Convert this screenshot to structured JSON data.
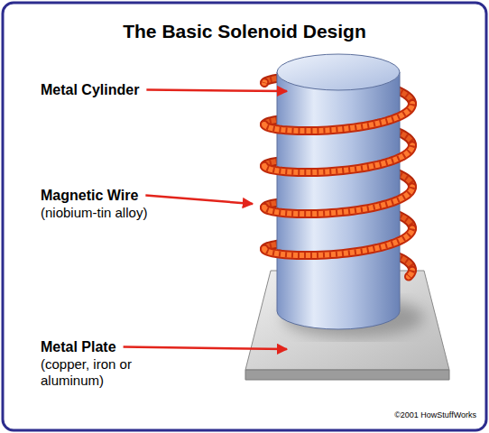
{
  "diagram": {
    "title": "The Basic Solenoid Design",
    "labels": [
      "Metal Cylinder",
      "Magnetic Wire",
      "(niobium-tin alloy)",
      "Metal Plate",
      "(copper, iron or aluminum)",
      "©2001 HowStuffWorks"
    ]
  }
}
